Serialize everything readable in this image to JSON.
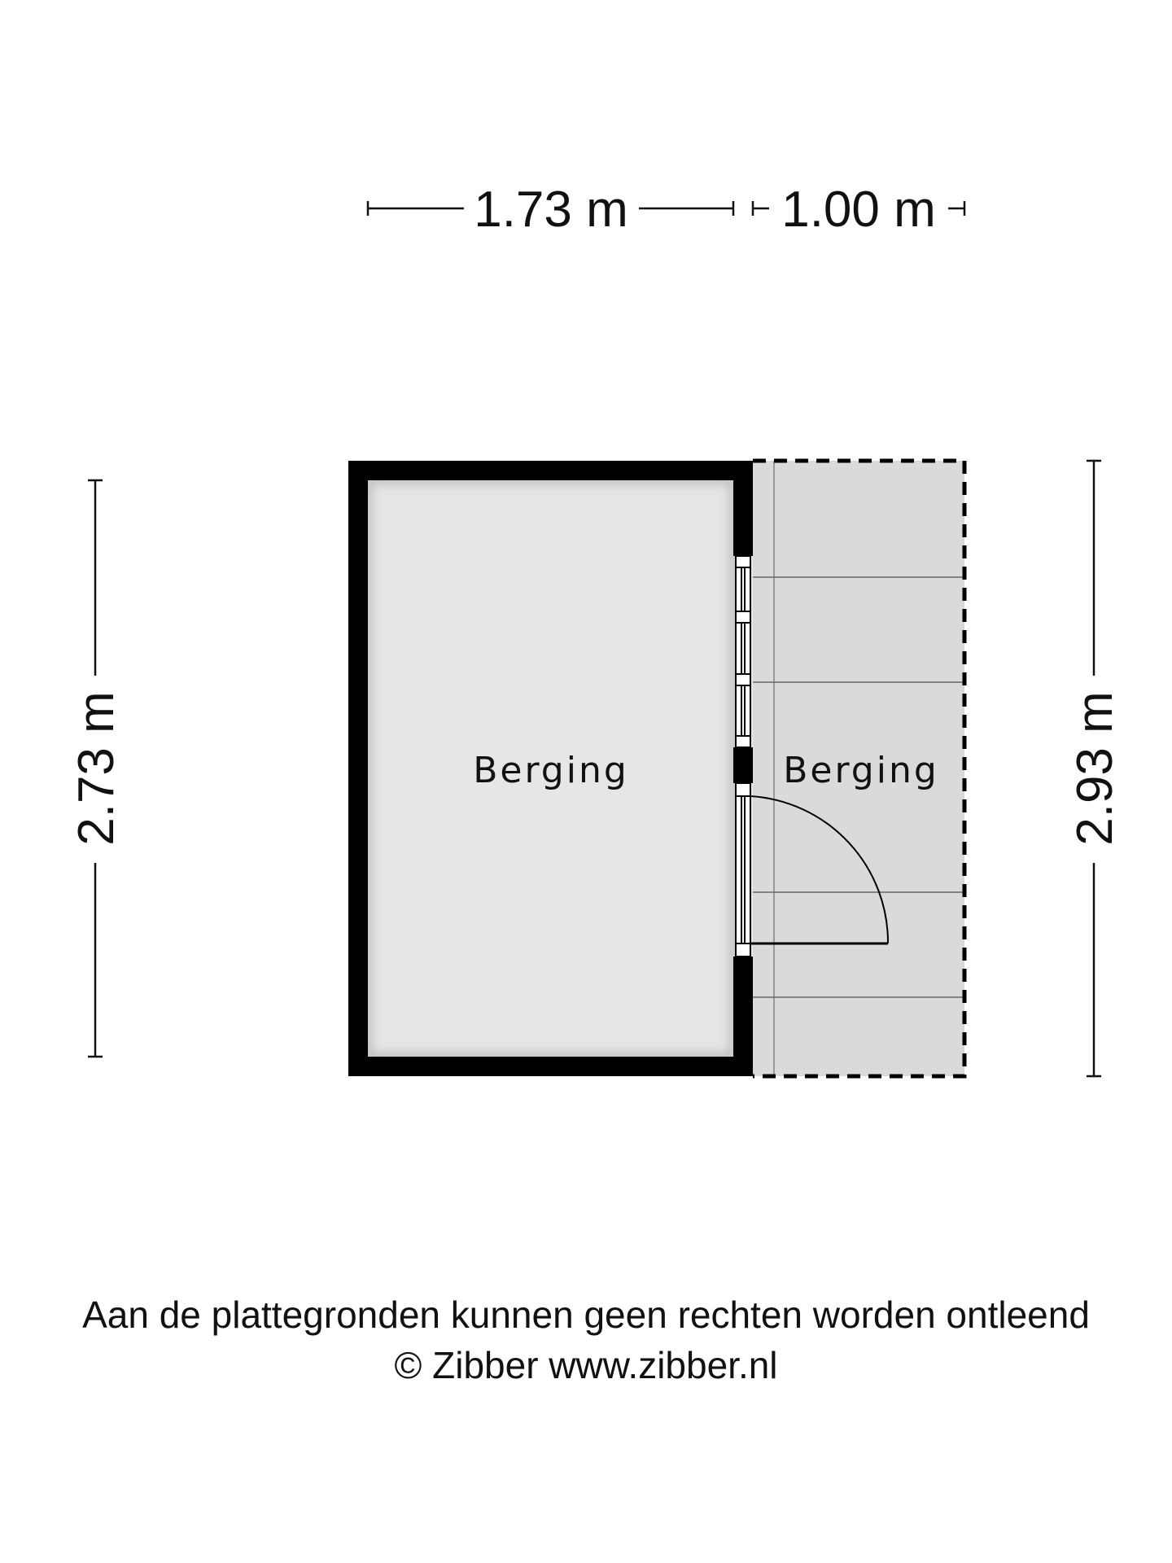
{
  "colors": {
    "wall": "#000000",
    "room_fill": "#dedede",
    "outdoor_fill": "#dadada",
    "line": "#555555",
    "text": "#111111"
  },
  "dimensions": {
    "top_left": "1.73 m",
    "top_right": "1.00 m",
    "left": "2.73 m",
    "right": "2.93 m"
  },
  "rooms": {
    "main": "Berging",
    "side": "Berging"
  },
  "footer": {
    "line1": "Aan de plattegronden kunnen geen rechten worden ontleend",
    "line2": "© Zibber www.zibber.nl"
  }
}
